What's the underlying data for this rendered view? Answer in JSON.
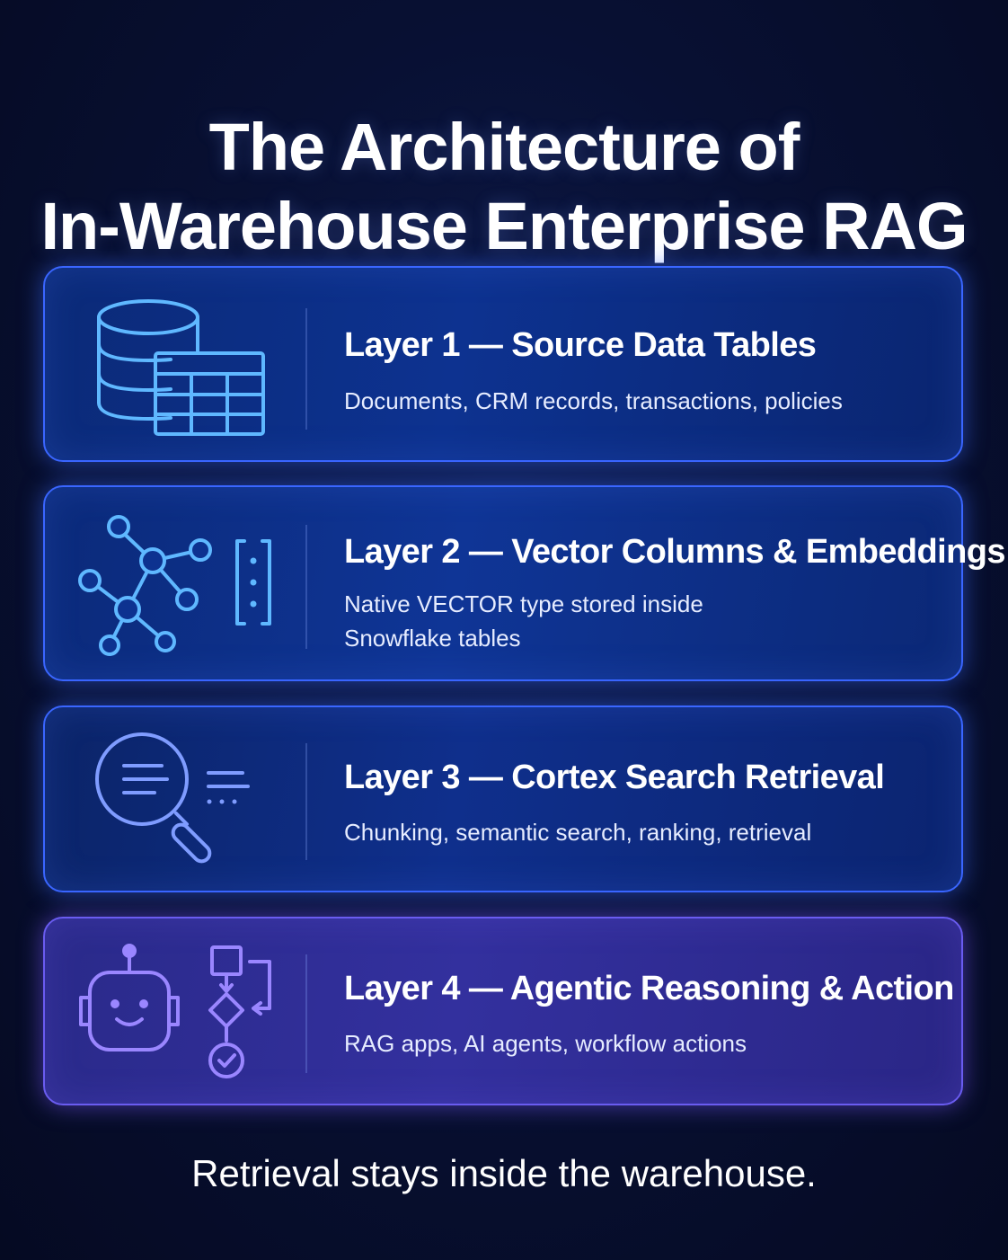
{
  "title": {
    "line1": "The Architecture of",
    "line2": "In-Warehouse Enterprise RAG"
  },
  "layers": [
    {
      "title": "Layer 1 — Source Data Tables",
      "description": "Documents, CRM records, transactions, policies",
      "icon": "database-table-icon"
    },
    {
      "title": "Layer 2 — Vector Columns & Embeddings",
      "description_line1": "Native VECTOR type stored inside",
      "description_line2": "Snowflake tables",
      "icon": "vector-graph-icon"
    },
    {
      "title": "Layer 3 — Cortex Search Retrieval",
      "description": "Chunking, semantic search, ranking, retrieval",
      "icon": "search-icon"
    },
    {
      "title": "Layer 4 — Agentic Reasoning & Action",
      "description": "RAG apps, AI agents, workflow actions",
      "icon": "robot-workflow-icon"
    }
  ],
  "footer": "Retrieval stays inside the warehouse.",
  "colors": {
    "background": "#070d2e",
    "card_border_blue": "#3a66ff",
    "card_border_purple": "#6a5cf0",
    "icon_cyan": "#5fb8ff",
    "icon_purple": "#9a86ff"
  }
}
